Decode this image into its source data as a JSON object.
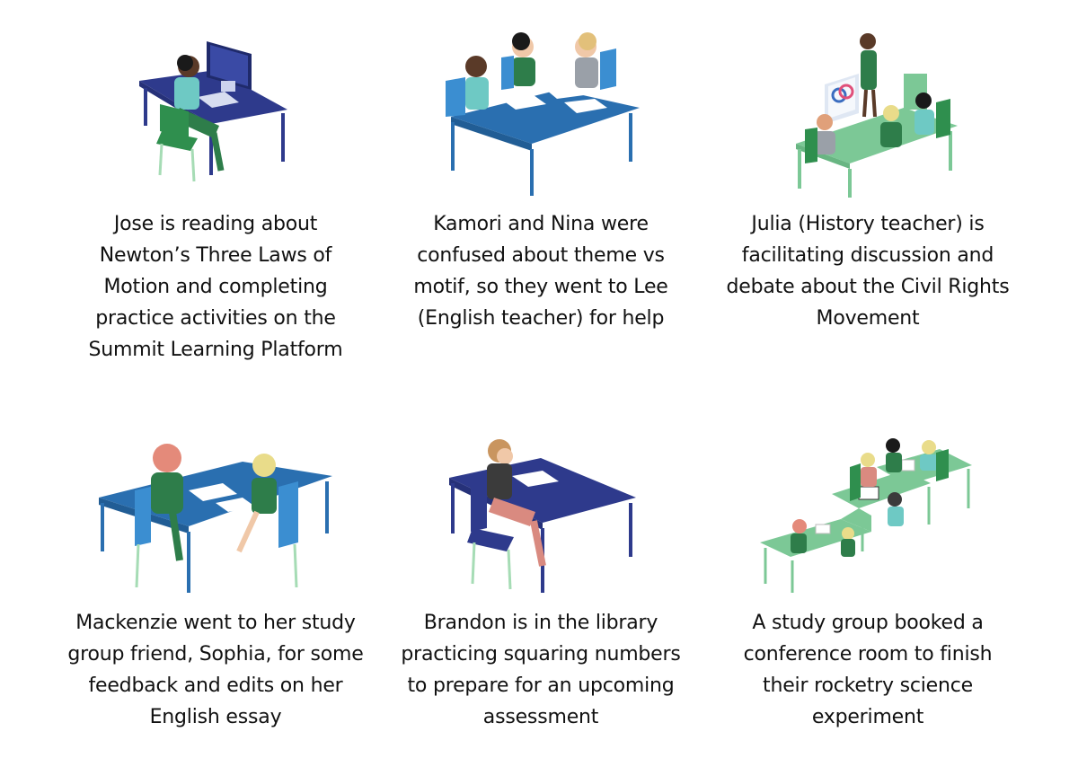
{
  "colors": {
    "desk_navy": "#2e3a8c",
    "desk_blue": "#2a6fb0",
    "desk_green": "#7cc896",
    "chair_green": "#2f8f4e",
    "chair_blue": "#3b8ed1",
    "skin_dark": "#5a3a28",
    "skin_light": "#f0c8a8",
    "shirt_teal": "#6ec9c4",
    "shirt_green": "#2e7d4a",
    "hair_red": "#e48a7a",
    "hair_blond": "#e9dc8a",
    "paper": "#ffffff",
    "text": "#111111"
  },
  "scenes": [
    {
      "illustration": "student-computer-desk-illustration",
      "caption": "Jose is reading about\nNewton’s Three Laws of\nMotion and completing\npractice activities on the\nSummit Learning Platform"
    },
    {
      "illustration": "students-with-teacher-table-illustration",
      "caption": "Kamori and Nina were\nconfused about theme vs\nmotif, so they went to Lee\n(English teacher) for help"
    },
    {
      "illustration": "teacher-led-discussion-illustration",
      "caption": "Julia (History teacher) is\nfacilitating discussion and\ndebate about the Civil Rights\nMovement"
    },
    {
      "illustration": "peer-feedback-illustration",
      "caption": "Mackenzie went to her study\ngroup friend, Sophia, for some\nfeedback and edits on her\nEnglish essay"
    },
    {
      "illustration": "library-study-illustration",
      "caption": "Brandon is in the library\npracticing squaring numbers\nto prepare for an upcoming\nassessment"
    },
    {
      "illustration": "group-project-illustration",
      "caption": "A study group booked a\nconference room to finish\ntheir rocketry science\nexperiment"
    }
  ]
}
